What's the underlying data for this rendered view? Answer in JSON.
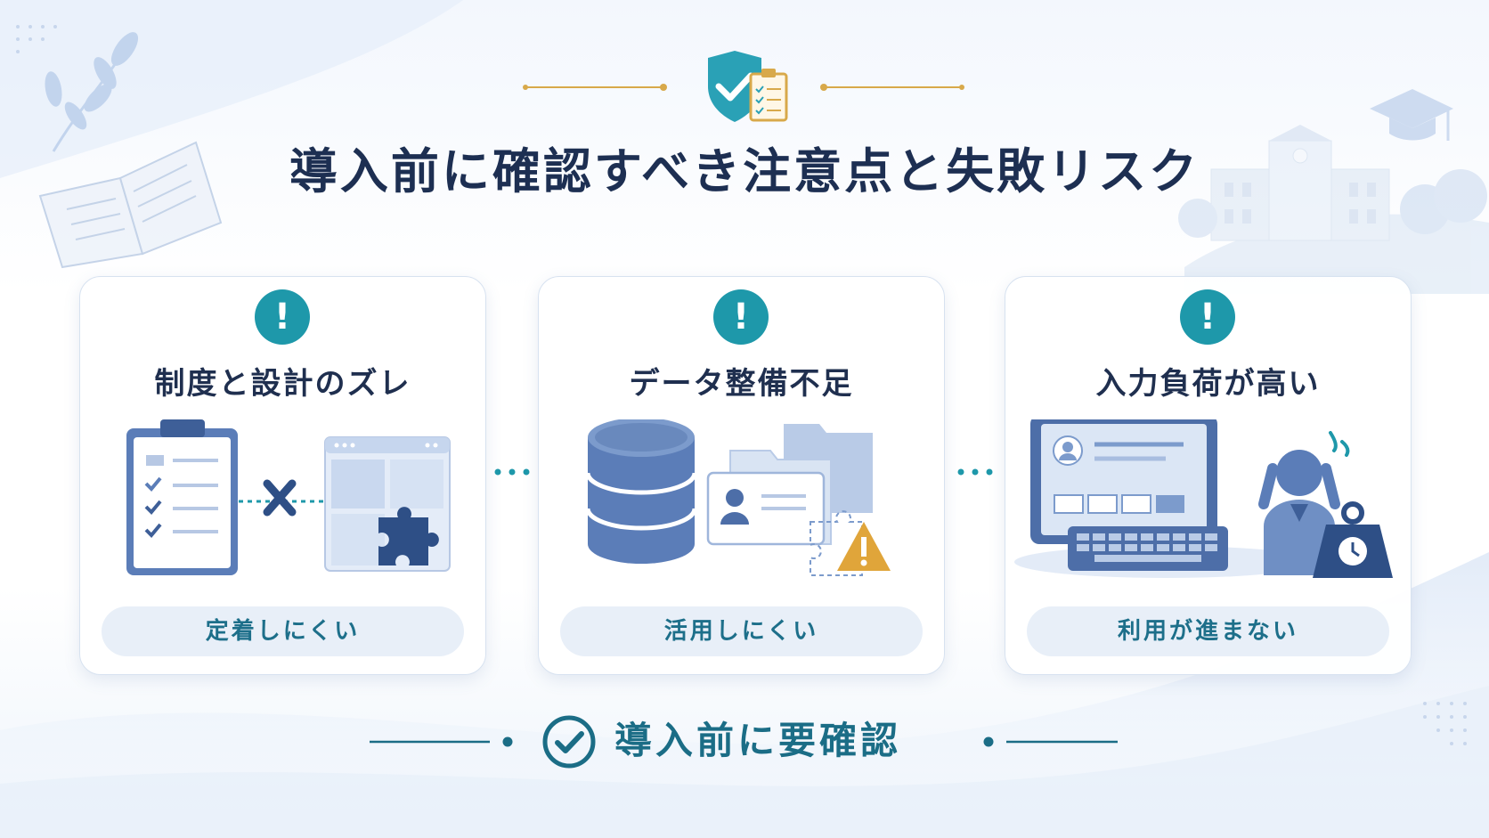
{
  "title": "導入前に確認すべき注意点と失敗リスク",
  "alert_symbol": "!",
  "cards": [
    {
      "title": "制度と設計のズレ",
      "result": "定着しにくい",
      "icon": "clipboard-puzzle-mismatch-icon"
    },
    {
      "title": "データ整備不足",
      "result": "活用しにくい",
      "icon": "database-folder-warning-icon"
    },
    {
      "title": "入力負荷が高い",
      "result": "利用が進まない",
      "icon": "tablet-stressed-person-weight-icon"
    }
  ],
  "footer": {
    "text": "導入前に要確認",
    "icon": "check-circle-icon"
  },
  "colors": {
    "accent": "#1e98aa",
    "title": "#1d2f52",
    "gold": "#d8a94a",
    "blue": "#5b7db8"
  }
}
